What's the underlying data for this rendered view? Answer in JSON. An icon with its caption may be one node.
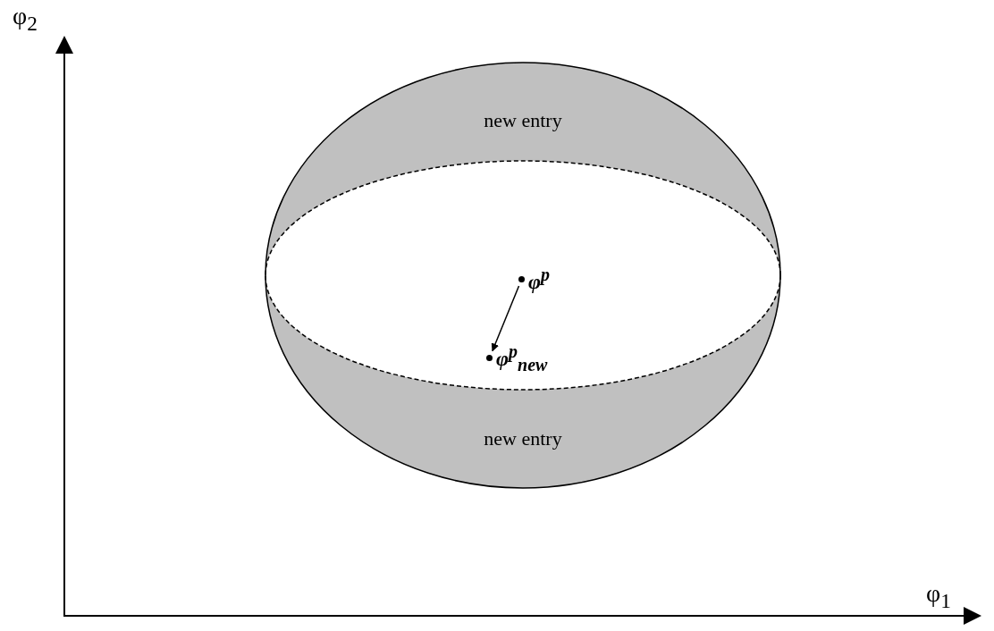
{
  "diagram": {
    "nodes": [
      {
        "text": [
          "new entry"
        ]
      },
      {
        "text": [
          "φ$^{p}$"
        ]
      },
      {
        "text": [
          "φ$^{p}$$_{new}$"
        ]
      },
      {
        "text": [
          "new entry"
        ]
      }
    ],
    "edges": [
      {
        "from": 1,
        "to": 2,
        "arrow": "to"
      }
    ],
    "labels": [
      "φ$_{2}$",
      "φ$_{1}$"
    ]
  }
}
